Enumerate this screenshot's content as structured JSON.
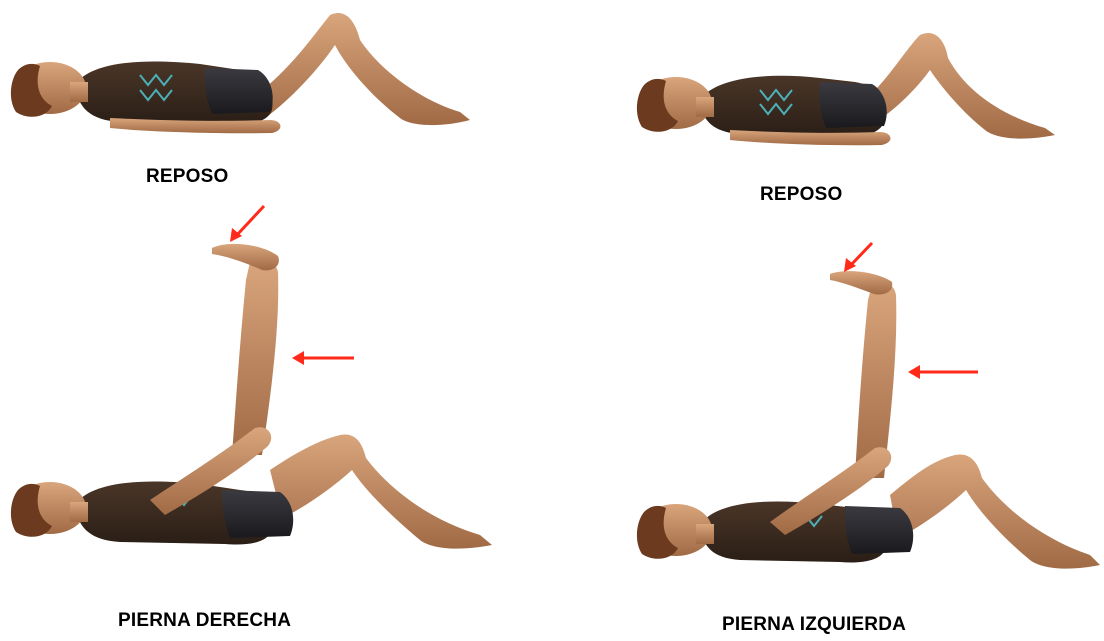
{
  "labels": {
    "rest_left": "REPOSO",
    "rest_right": "REPOSO",
    "right_leg": "PIERNA DERECHA",
    "left_leg": "PIERNA IZQUIERDA"
  },
  "colors": {
    "skin": "#c08a62",
    "skin_dark": "#8a5a3a",
    "hair": "#6b3a1f",
    "top": "#3a2b22",
    "shorts": "#2a2a2e",
    "arrow": "#ff2a1a"
  }
}
